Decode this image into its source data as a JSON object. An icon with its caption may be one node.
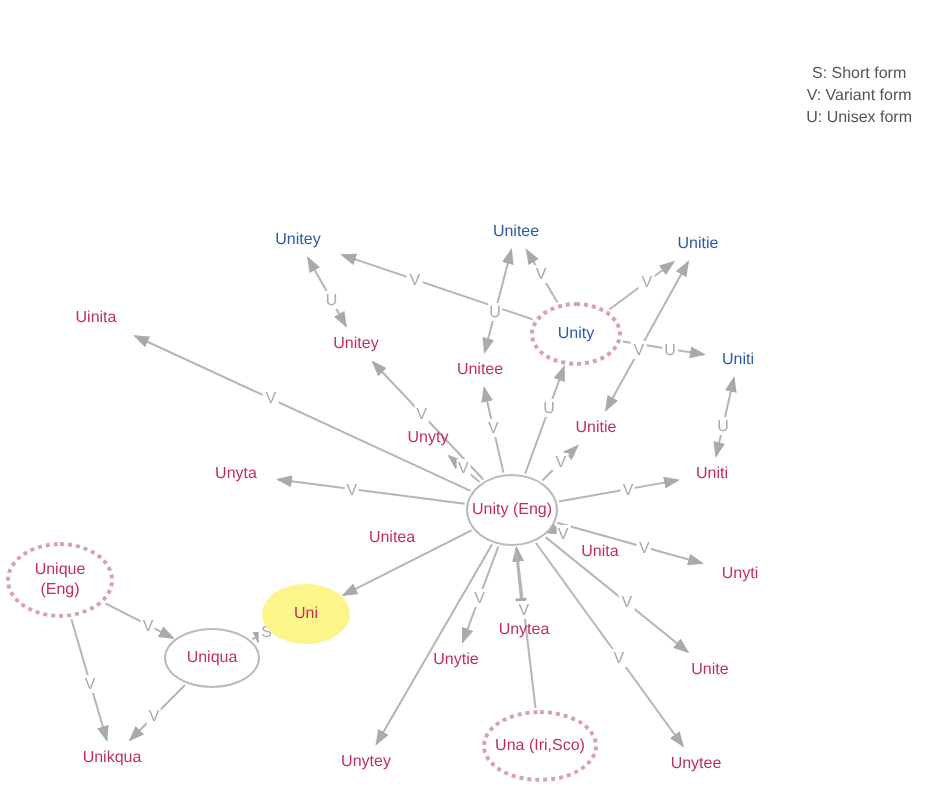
{
  "diagram": {
    "nodes": [
      {
        "text": [
          "Unitey"
        ]
      },
      {
        "text": [
          "Unitee"
        ]
      },
      {
        "text": [
          "Unitie"
        ]
      },
      {
        "text": [
          "Uinita"
        ]
      },
      {
        "text": [
          "Unity"
        ]
      },
      {
        "text": [
          "Unitey"
        ]
      },
      {
        "text": [
          "Unitee"
        ]
      },
      {
        "text": [
          "Uniti"
        ]
      },
      {
        "text": [
          "Unitie"
        ]
      },
      {
        "text": [
          "Unyty"
        ]
      },
      {
        "text": [
          "Unyta"
        ]
      },
      {
        "text": [
          "Unity (Eng)"
        ]
      },
      {
        "text": [
          "Uniti"
        ]
      },
      {
        "text": [
          "Unique (Eng)"
        ]
      },
      {
        "text": [
          "Unitea"
        ]
      },
      {
        "text": [
          "Unita"
        ]
      },
      {
        "text": [
          "Unyti"
        ]
      },
      {
        "text": [
          "Uni"
        ]
      },
      {
        "text": [
          "Uniqua"
        ]
      },
      {
        "text": [
          "Unytie"
        ]
      },
      {
        "text": [
          "Unytea"
        ]
      },
      {
        "text": [
          "Unite"
        ]
      },
      {
        "text": [
          "Una (Iri,Sco)"
        ]
      },
      {
        "text": [
          "Unikqua"
        ]
      },
      {
        "text": [
          "Unytey"
        ]
      },
      {
        "text": [
          "Unytee"
        ]
      }
    ],
    "edges": [
      {
        "from": 11,
        "to": 5,
        "arrow": "to",
        "label": "V"
      },
      {
        "from": 11,
        "to": 3,
        "arrow": "to",
        "label": "V"
      },
      {
        "from": 11,
        "to": 10,
        "arrow": "to",
        "label": "V"
      },
      {
        "from": 11,
        "to": 9,
        "arrow": "to",
        "label": "V"
      },
      {
        "from": 11,
        "to": 6,
        "arrow": "to",
        "label": "V"
      },
      {
        "from": 11,
        "to": 4,
        "arrow": "to",
        "label": "U"
      },
      {
        "from": 11,
        "to": 8,
        "arrow": "to",
        "label": "V"
      },
      {
        "from": 11,
        "to": 12,
        "arrow": "to",
        "label": "V"
      },
      {
        "from": 11,
        "to": 15,
        "arrow": "to",
        "label": "V"
      },
      {
        "from": 11,
        "to": 16,
        "arrow": "to",
        "label": "V"
      },
      {
        "from": 11,
        "to": 21,
        "arrow": "to",
        "label": "V"
      },
      {
        "from": 11,
        "to": 25,
        "arrow": "to",
        "label": "V"
      },
      {
        "from": 11,
        "to": 24,
        "arrow": "to"
      },
      {
        "from": 11,
        "to": 19,
        "arrow": "to",
        "label": "V"
      },
      {
        "from": 11,
        "to": 17,
        "arrow": "to"
      },
      {
        "from": 22,
        "to": 11,
        "arrow": "to",
        "label": "V"
      },
      {
        "from": 11,
        "to": 20,
        "arrow": "to"
      },
      {
        "from": 4,
        "to": 0,
        "arrow": "to",
        "label": "V"
      },
      {
        "from": 4,
        "to": 1,
        "arrow": "to",
        "label": "V"
      },
      {
        "from": 4,
        "to": 2,
        "arrow": "to",
        "label": "V"
      },
      {
        "from": 4,
        "to": 7,
        "arrow": "to",
        "label": "U"
      },
      {
        "from": 0,
        "to": 5,
        "arrow": "both",
        "label": "U"
      },
      {
        "from": 1,
        "to": 6,
        "arrow": "both",
        "label": "U"
      },
      {
        "from": 2,
        "to": 8,
        "arrow": "both",
        "label": "V"
      },
      {
        "from": 7,
        "to": 12,
        "arrow": "both",
        "label": "U"
      },
      {
        "from": 13,
        "to": 18,
        "arrow": "to",
        "label": "V"
      },
      {
        "from": 13,
        "to": 23,
        "arrow": "to",
        "label": "V"
      },
      {
        "from": 18,
        "to": 23,
        "arrow": "to",
        "label": "V"
      },
      {
        "from": 18,
        "to": 17,
        "arrow": "to",
        "label": "S"
      }
    ],
    "labels": [
      "S: Short form",
      "V: Variant form",
      "U: Unisex form"
    ]
  }
}
